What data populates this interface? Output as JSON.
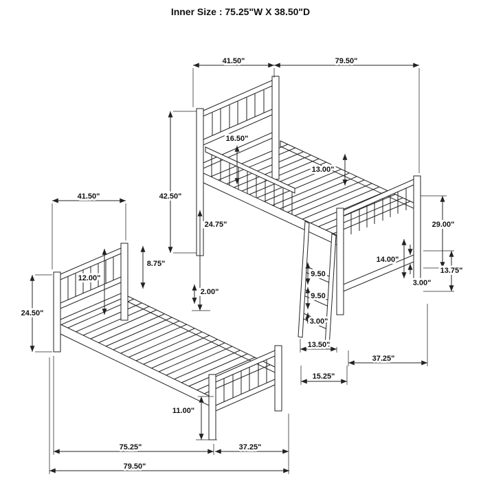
{
  "title": "Inner Size : 75.25\"W X  38.50\"D",
  "bunk": {
    "width_top": "41.50\"",
    "length_top": "79.50\"",
    "guard_to_deck": "16.50\"",
    "headboard_height": "42.50\"",
    "deck_depth": "13.00\"",
    "foot_leg_height": "29.00\"",
    "under_clearance": "24.75\"",
    "foot_rail_gap": "14.00\"",
    "lower_section": "13.75\"",
    "rail_thickness": "3.00\"",
    "rung_gap_1": "9.50",
    "rung_gap_2": "9.50",
    "rung_thickness": "3.00\"",
    "ladder_width": "13.50\"",
    "ladder_footprint": "15.25\"",
    "ladder_to_foot": "37.25\""
  },
  "twin": {
    "headboard_width": "41.50\"",
    "headboard_height": "24.50\"",
    "panel_height": "12.00\"",
    "above_deck": "8.75\"",
    "slat_thickness": "2.00\"",
    "foot_leg_height": "11.00\"",
    "deck_length": "75.25\"",
    "footboard_width": "37.25\"",
    "overall_length": "79.50\""
  }
}
